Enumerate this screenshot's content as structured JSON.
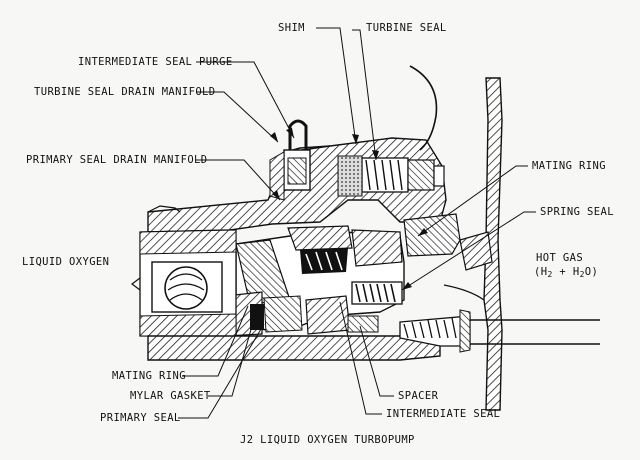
{
  "labels": {
    "shim": "SHIM",
    "turbine_seal": "TURBINE SEAL",
    "intermediate_seal_purge": "INTERMEDIATE SEAL PURGE",
    "turbine_seal_drain_manifold": "TURBINE SEAL DRAIN MANIFOLD",
    "primary_seal_drain_manifold": "PRIMARY SEAL DRAIN MANIFOLD",
    "mating_ring_right": "MATING RING",
    "spring_seal": "SPRING SEAL",
    "liquid_oxygen": "LIQUID OXYGEN",
    "hot_gas": "HOT GAS",
    "hot_gas_formula_open": "(H",
    "hot_gas_formula_sub1": "2",
    "hot_gas_formula_mid": " + H",
    "hot_gas_formula_sub2": "2",
    "hot_gas_formula_close": "O)",
    "mating_ring_left": "MATING RING",
    "mylar_gasket": "MYLAR GASKET",
    "primary_seal": "PRIMARY SEAL",
    "spacer": "SPACER",
    "intermediate_seal": "INTERMEDIATE SEAL"
  },
  "caption": "J2 LIQUID OXYGEN TURBOPUMP"
}
